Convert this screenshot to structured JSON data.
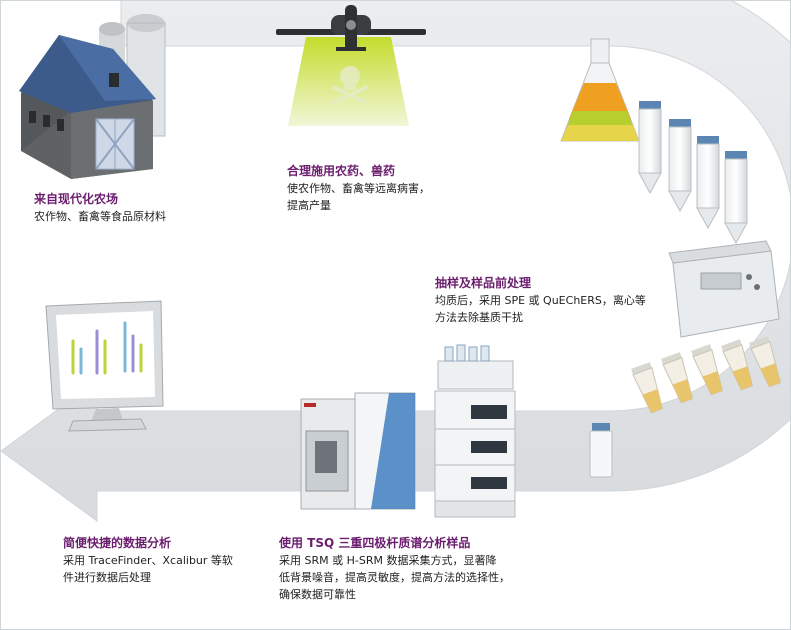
{
  "steps": {
    "farm": {
      "title": "来自现代化农场",
      "lines": [
        "农作物、畜禽等食品原材料"
      ]
    },
    "spray": {
      "title": "合理施用农药、兽药",
      "lines": [
        "使农作物、畜禽等远离病害，",
        "提高产量"
      ]
    },
    "prep": {
      "title": "抽样及样品前处理",
      "lines": [
        "均质后，采用 SPE 或 QuEChERS，离心等",
        "方法去除基质干扰"
      ]
    },
    "ms": {
      "title": "使用 TSQ 三重四极杆质谱分析样品",
      "lines": [
        "采用 SRM 或 H-SRM 数据采集方式，显著降",
        "低背景噪音，提高灵敏度，提高方法的选择性，",
        "确保数据可靠性"
      ]
    },
    "data": {
      "title": "简便快捷的数据分析",
      "lines": [
        "采用 TraceFinder、Xcalibur 等软",
        "件进行数据后处理"
      ]
    }
  },
  "colors": {
    "title": "#6b1e6e",
    "arrow": "#e4e6e8",
    "spray": "#c8df3e",
    "accent": "#5b85b2"
  }
}
